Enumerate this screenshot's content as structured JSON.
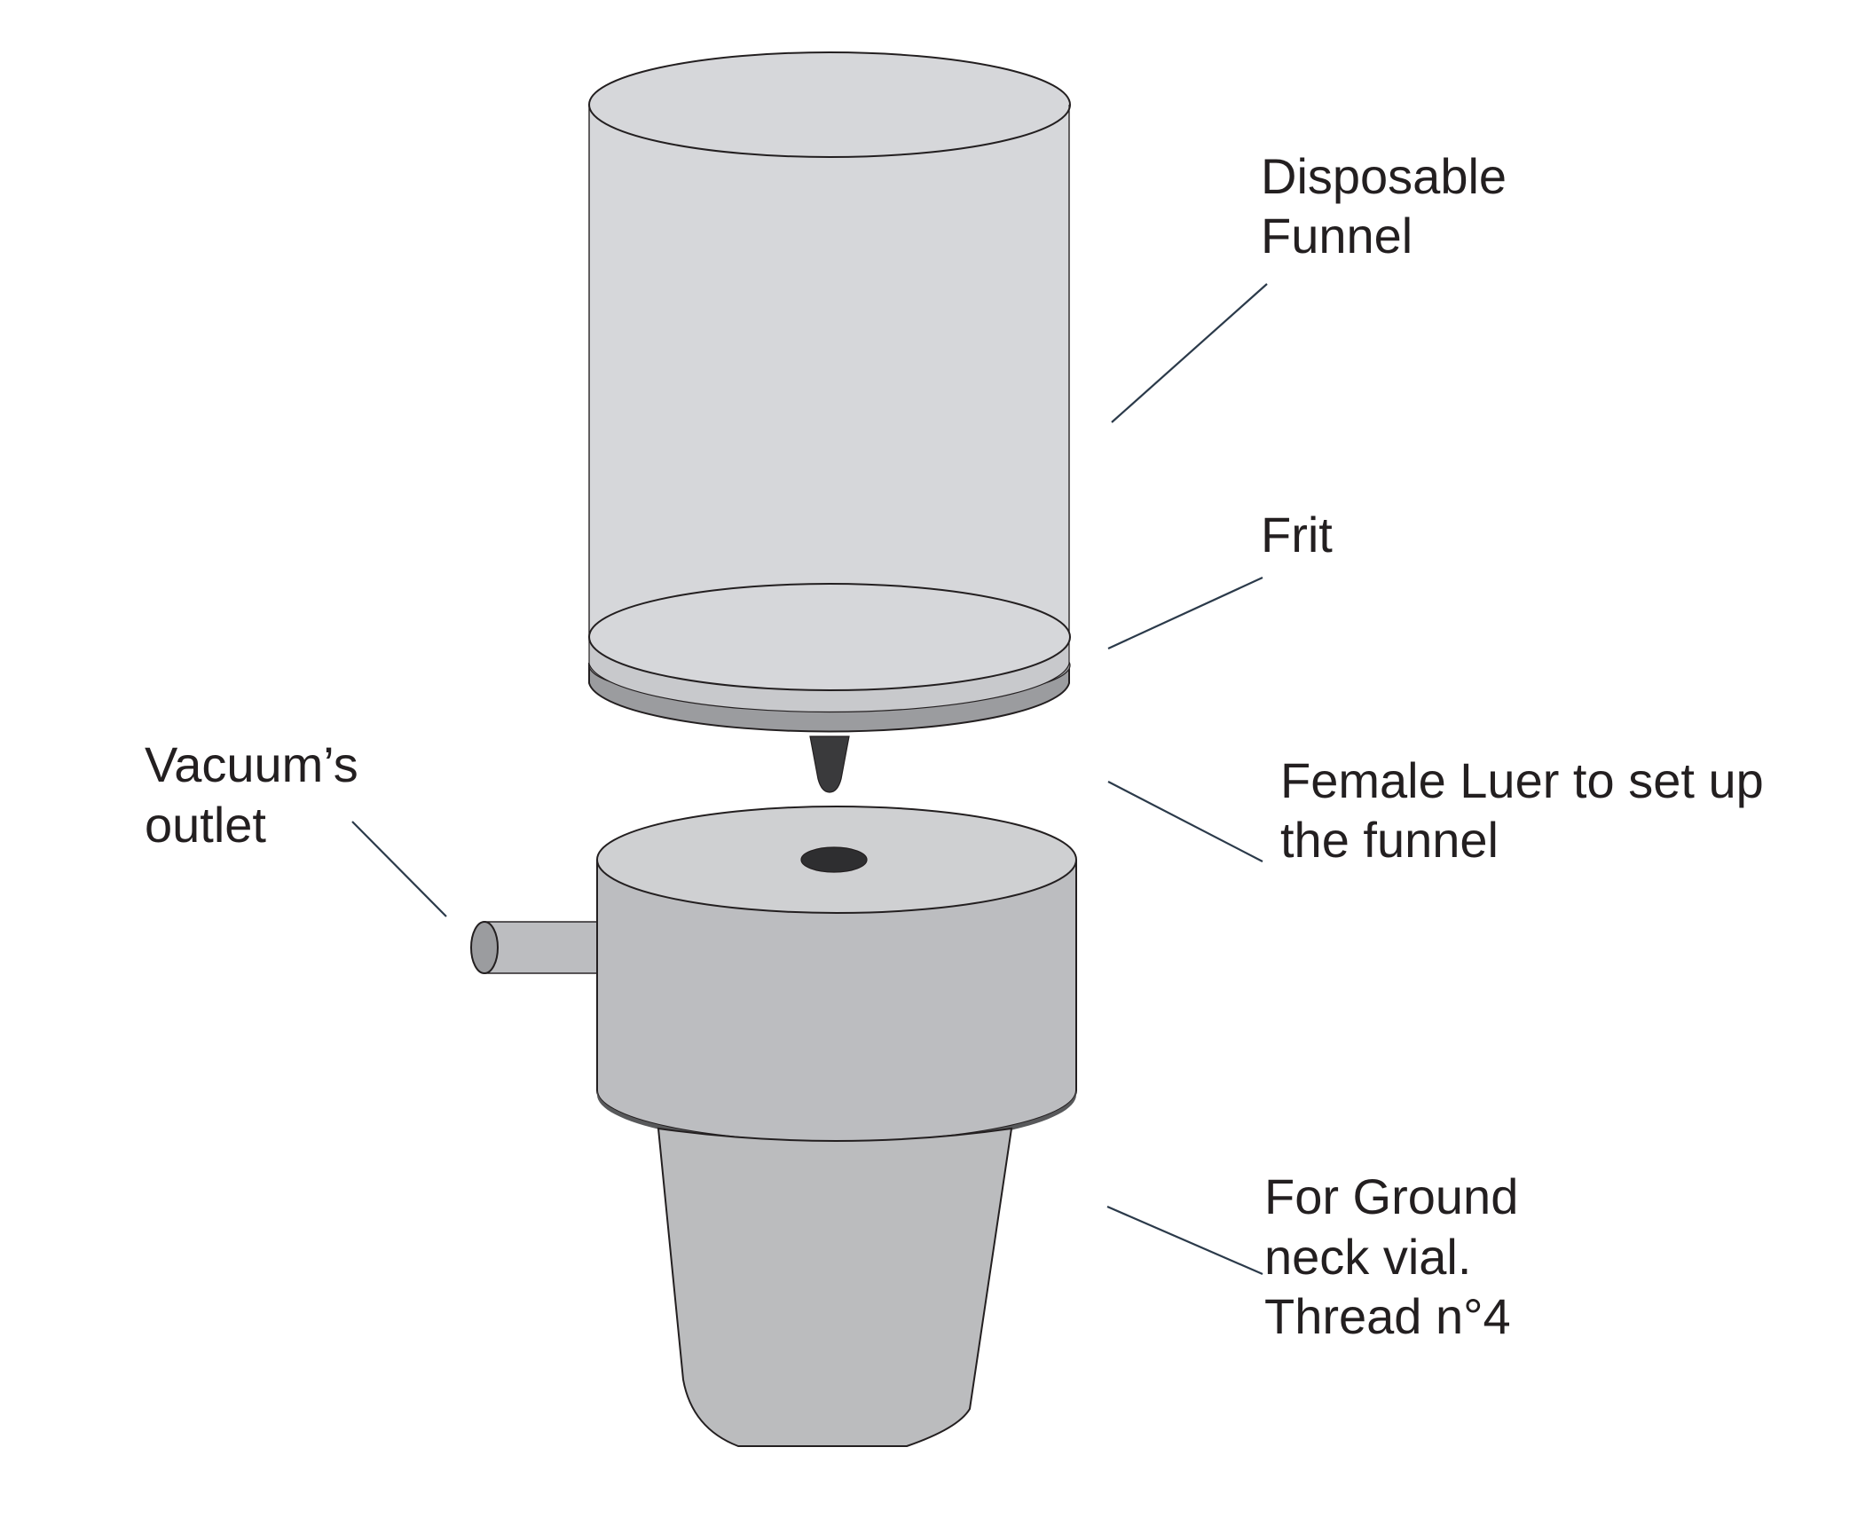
{
  "labels": {
    "funnel": [
      "Disposable",
      "Funnel"
    ],
    "frit": [
      "Frit"
    ],
    "luer": [
      "Female Luer  to set up",
      "the funnel"
    ],
    "vacuum": [
      "Vacuum’s",
      "outlet"
    ],
    "vial": [
      "For Ground",
      "neck  vial.",
      "Thread n°4"
    ]
  },
  "colors": {
    "funnel_body": "#d6d7da",
    "frit_disc": "#c8c9cc",
    "base_ring": "#9b9c9f",
    "luer_tip": "#3a3a3c",
    "holder_body": "#bcbdc0",
    "holder_top": "#cfd0d2",
    "port_hole": "#2e2e30",
    "vial_body": "#bbbcbe",
    "leader_line": "#2b3a4a"
  }
}
